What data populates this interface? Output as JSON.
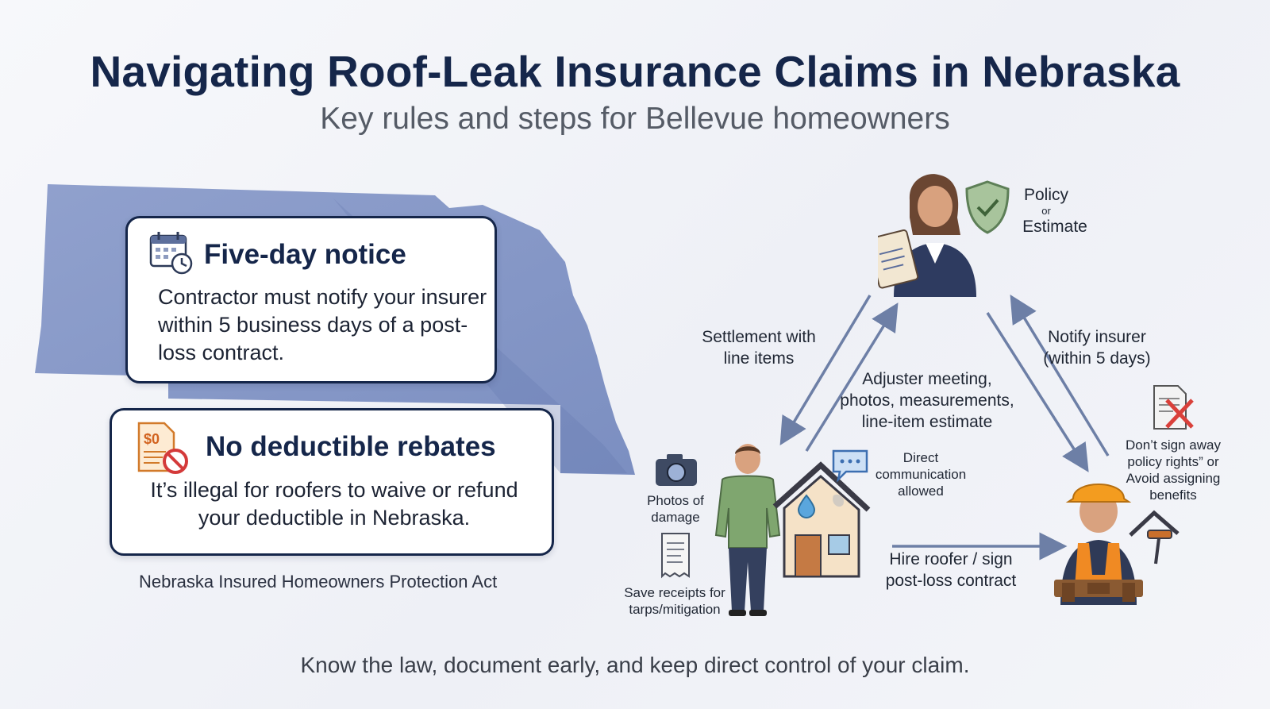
{
  "header": {
    "title": "Navigating Roof-Leak Insurance Claims in Nebraska",
    "subtitle": "Key rules and steps for Bellevue homeowners"
  },
  "cards": [
    {
      "icon": "calendar-clock-icon",
      "title": "Five-day notice",
      "body": "Contractor must notify your insurer within 5 business days of a post-loss contract."
    },
    {
      "icon": "no-deductible-document-icon",
      "icon_text": "$0",
      "title": "No deductible rebates",
      "body": "It’s illegal for roofers to waive or refund your deductible in Nebraska."
    }
  ],
  "act_label": "Nebraska Insured Homeowners Protection Act",
  "flow": {
    "insurer": {
      "icon": "adjuster-with-clipboard-icon",
      "shield_icon": "shield-check-icon",
      "policy": "Policy",
      "or": "or",
      "estimate": "Estimate"
    },
    "homeowner": {
      "icon": "homeowner-icon",
      "house_icon": "house-with-leak-icon",
      "photos": "Photos of damage",
      "receipts": "Save receipts for tarps/mitigation",
      "direct": "Direct communication allowed"
    },
    "roofer": {
      "icon": "roofer-icon",
      "warning": "Don’t sign away policy rights” or Avoid assigning benefits"
    },
    "edges": {
      "settlement": "Settlement with line items",
      "adjuster": "Adjuster meeting, photos, measurements, line-item estimate",
      "notify": "Notify insurer (within 5 days)",
      "hire": "Hire roofer / sign post-loss contract"
    }
  },
  "footer": "Know the law, document early, and keep direct control of your claim.",
  "colors": {
    "navy": "#15264a",
    "map_blue": "#7f92c4",
    "arrow": "#6d7fa6",
    "accent_orange": "#e69a2a",
    "shield_green": "#6d9a63"
  }
}
